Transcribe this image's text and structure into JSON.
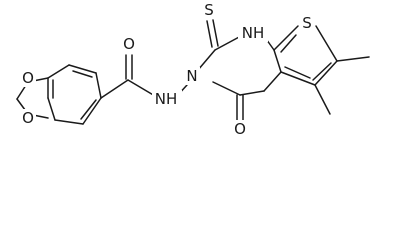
{
  "atoms": {
    "o_dioxole_top": "O",
    "o_dioxole_bottom": "O",
    "o_amide": "O",
    "nh_amide": "NH",
    "n_ring": "N",
    "nh_ring": "NH",
    "s_thione": "S",
    "s_thiophene": "S",
    "o_ketone": "O"
  },
  "colors": {
    "ink": "#1a1a1a",
    "background": "#ffffff"
  }
}
